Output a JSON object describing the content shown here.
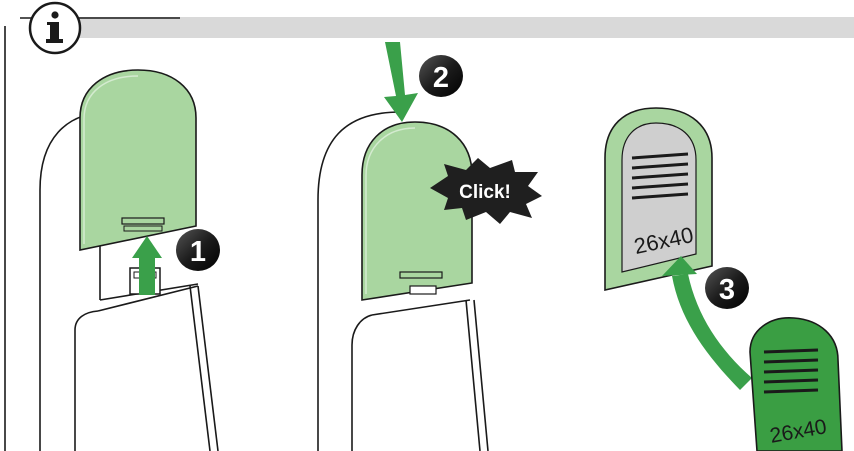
{
  "info_icon": {
    "glyph": "i"
  },
  "steps": [
    {
      "number": "1"
    },
    {
      "number": "2"
    },
    {
      "number": "3"
    }
  ],
  "click_label": "Click!",
  "label_size_gray": "26x40",
  "label_size_green": "26x40",
  "colors": {
    "header_bar": "#d9d9d9",
    "panel_green": "#a9d6a0",
    "panel_green_light": "#c2e3ba",
    "panel_green_dark": "#7fbf73",
    "arrow_green": "#3aa04a",
    "insert_green": "#3a9e43",
    "label_gray": "#cfcfcf",
    "ink": "#1a1a1a",
    "black_badge": "#1f1f1f"
  }
}
